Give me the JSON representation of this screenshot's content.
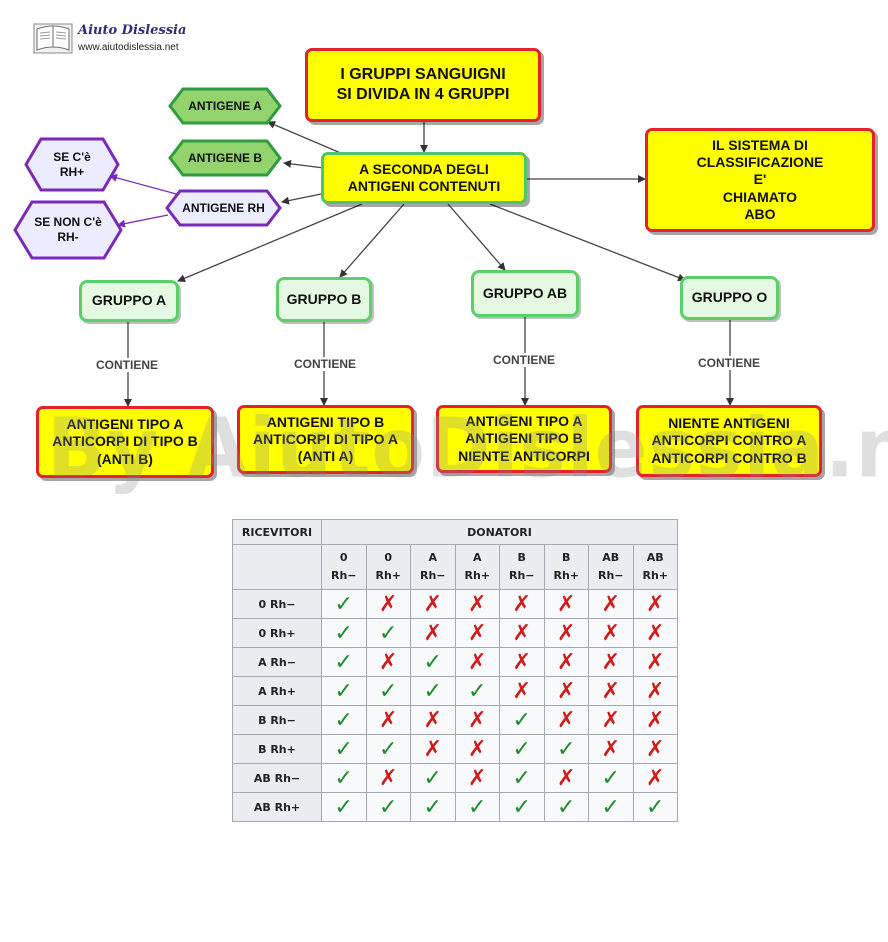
{
  "logo": {
    "title": "Aiuto Dislessia",
    "url": "www.aiutodislessia.net"
  },
  "watermark": "By AiutoDislessia.net",
  "diagram": {
    "title": "I GRUPPI SANGUIGNI\nSI DIVIDA IN 4 GRUPPI",
    "center": "A SECONDA DEGLI\nANTIGENI CONTENUTI",
    "system": "IL SISTEMA DI\nCLASSIFICAZIONE\nE'\nCHIAMATO\nABO",
    "antigens": {
      "a": "ANTIGENE A",
      "b": "ANTIGENE B",
      "rh": "ANTIGENE RH"
    },
    "rh": {
      "pos": "SE C'è\nRH+",
      "neg": "SE NON C'è\nRH-"
    },
    "groups": [
      {
        "name": "GRUPPO A",
        "edge_label": "CONTIENE",
        "content": "ANTIGENI TIPO A\nANTICORPI DI TIPO B\n(ANTI B)"
      },
      {
        "name": "GRUPPO B",
        "edge_label": "CONTIENE",
        "content": "ANTIGENI TIPO B\nANTICORPI DI TIPO A\n(ANTI A)"
      },
      {
        "name": "GRUPPO AB",
        "edge_label": "CONTIENE",
        "content": "ANTIGENI TIPO A\nANTIGENI TIPO B\nNIENTE ANTICORPI"
      },
      {
        "name": "GRUPPO O",
        "edge_label": "CONTIENE",
        "content": "NIENTE ANTIGENI\nANTICORPI CONTRO A\nANTICORPI CONTRO B"
      }
    ]
  },
  "table": {
    "corner_header": "RICEVITORI",
    "donors_header": "DONATORI",
    "yes_symbol": "✓",
    "no_symbol": "✗",
    "columns": [
      {
        "group": "0",
        "rh": "Rh−"
      },
      {
        "group": "0",
        "rh": "Rh+"
      },
      {
        "group": "A",
        "rh": "Rh−"
      },
      {
        "group": "A",
        "rh": "Rh+"
      },
      {
        "group": "B",
        "rh": "Rh−"
      },
      {
        "group": "B",
        "rh": "Rh+"
      },
      {
        "group": "AB",
        "rh": "Rh−"
      },
      {
        "group": "AB",
        "rh": "Rh+"
      }
    ],
    "rows": [
      {
        "label": "0 Rh−",
        "cells": [
          true,
          false,
          false,
          false,
          false,
          false,
          false,
          false
        ]
      },
      {
        "label": "0 Rh+",
        "cells": [
          true,
          true,
          false,
          false,
          false,
          false,
          false,
          false
        ]
      },
      {
        "label": "A Rh−",
        "cells": [
          true,
          false,
          true,
          false,
          false,
          false,
          false,
          false
        ]
      },
      {
        "label": "A Rh+",
        "cells": [
          true,
          true,
          true,
          true,
          false,
          false,
          false,
          false
        ]
      },
      {
        "label": "B Rh−",
        "cells": [
          true,
          false,
          false,
          false,
          true,
          false,
          false,
          false
        ]
      },
      {
        "label": "B Rh+",
        "cells": [
          true,
          true,
          false,
          false,
          true,
          true,
          false,
          false
        ]
      },
      {
        "label": "AB Rh−",
        "cells": [
          true,
          false,
          true,
          false,
          true,
          false,
          true,
          false
        ]
      },
      {
        "label": "AB Rh+",
        "cells": [
          true,
          true,
          true,
          true,
          true,
          true,
          true,
          true
        ]
      }
    ]
  },
  "colors": {
    "box_fill": "#ffff00",
    "box_border": "#e5212b",
    "group_fill": "#e5f8e2",
    "group_border": "#5ccf6b",
    "antigen_fill": "#92d36e",
    "antigen_border": "#2f9a3e",
    "rh_fill": "#ececff",
    "rh_border": "#7a2ab8",
    "yes": "#1d8a2d",
    "no": "#d11a1a"
  }
}
